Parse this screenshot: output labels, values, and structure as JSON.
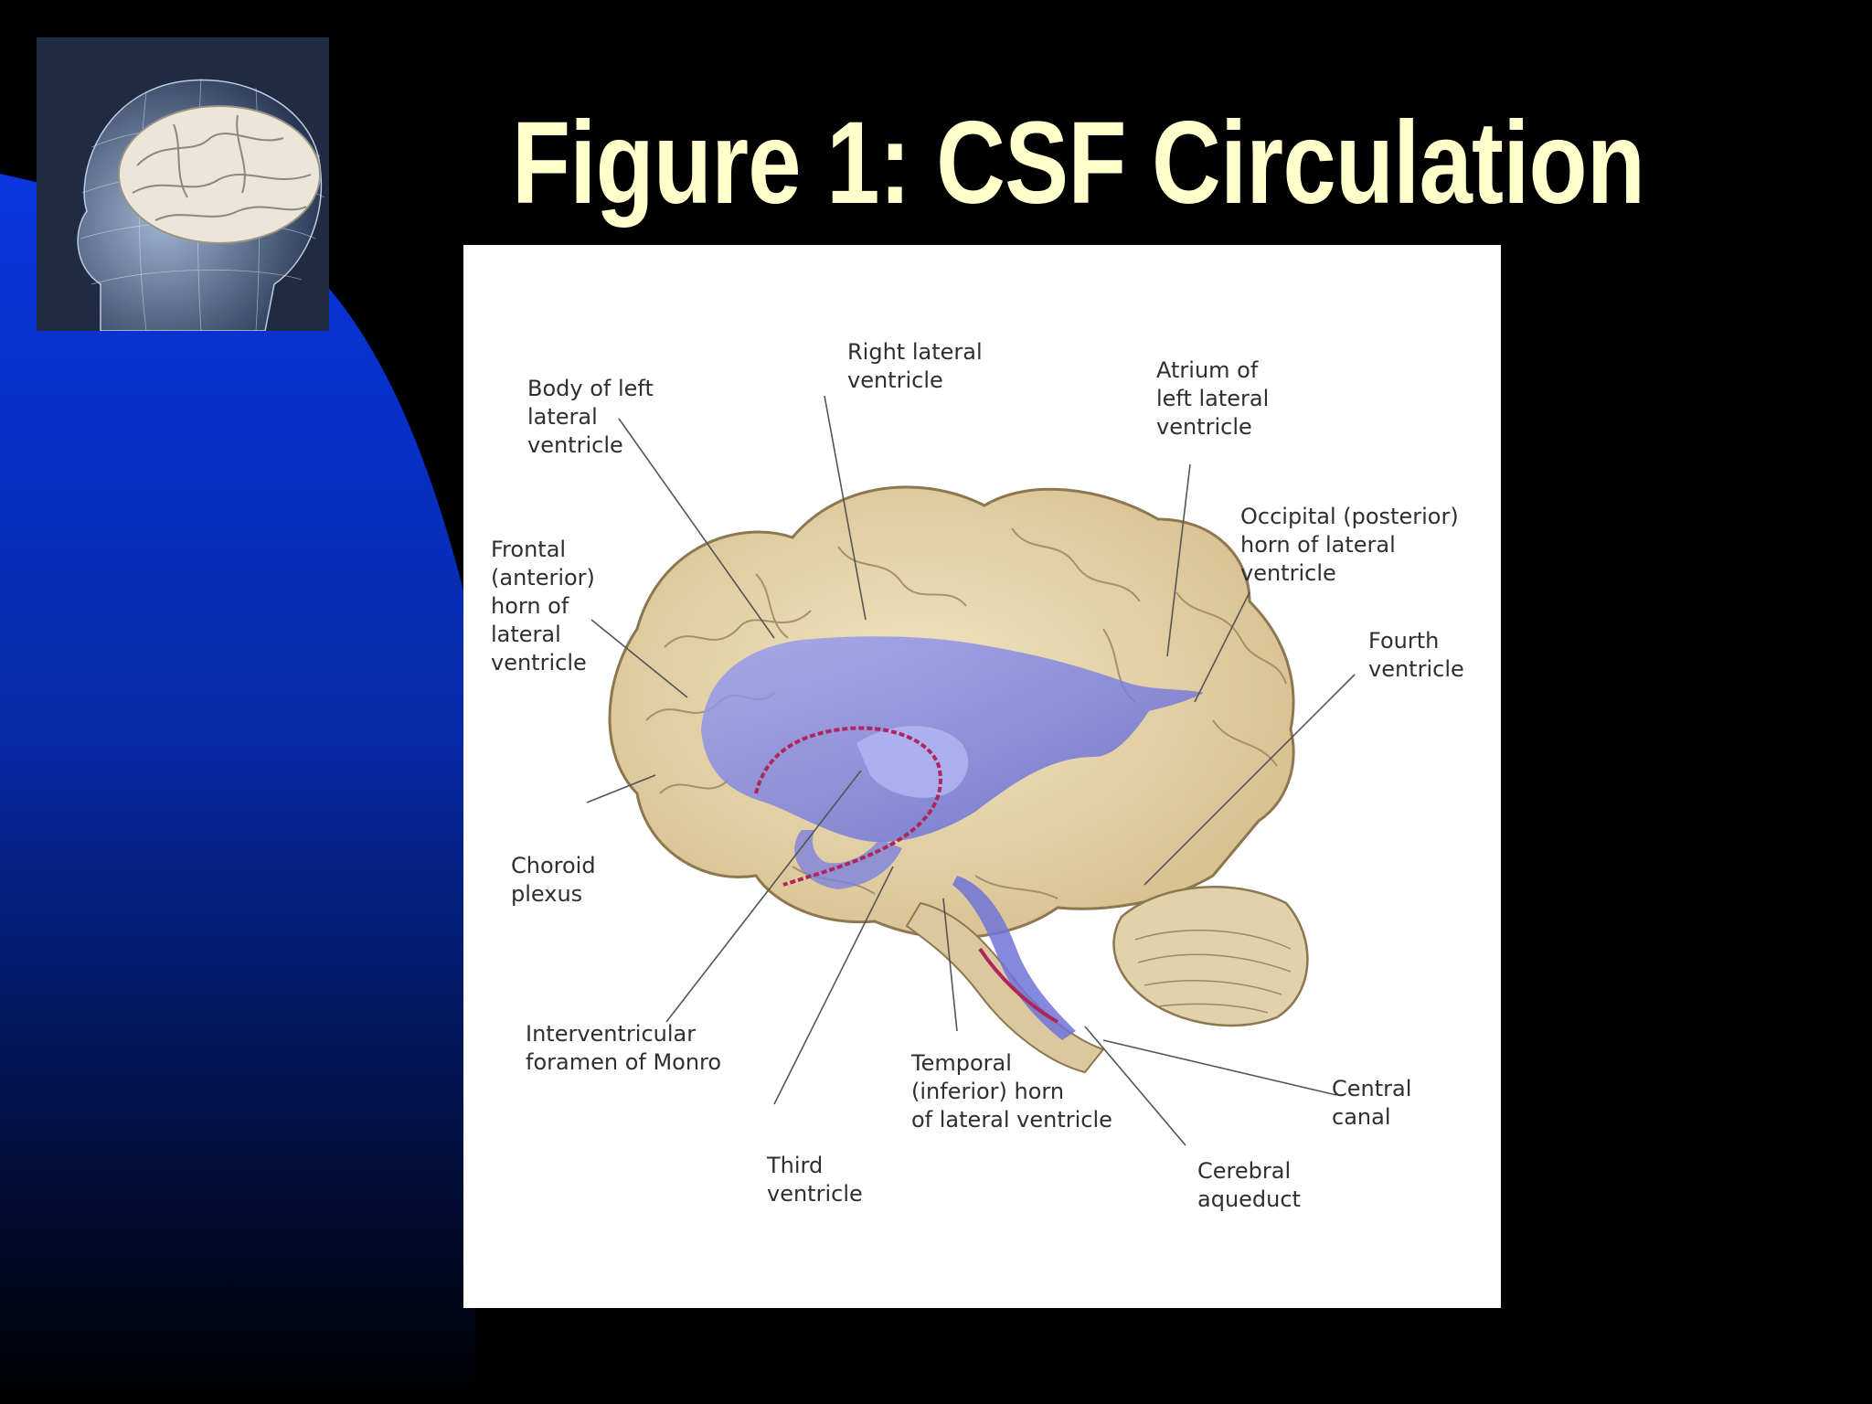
{
  "slide": {
    "title": "Figure 1: CSF Circulation",
    "colors": {
      "background": "#000000",
      "accent_blue": "#0a2fd6",
      "title": "#ffffcc"
    }
  },
  "thumbnail": {
    "icon": "wireframe-head-brain-image"
  },
  "figure": {
    "icon": "brain-ventricles-illustration",
    "labels": {
      "body_left_lateral": "Body of left\nlateral\nventricle",
      "right_lateral": "Right lateral\nventricle",
      "atrium": "Atrium of\nleft lateral\nventricle",
      "occipital_horn": "Occipital (posterior)\nhorn of lateral\nventricle",
      "frontal_horn": "Frontal\n(anterior)\nhorn of\nlateral\nventricle",
      "fourth_ventricle": "Fourth\nventricle",
      "choroid_plexus": "Choroid\nplexus",
      "interventricular_foramen": "Interventricular\nforamen of Monro",
      "temporal_horn": "Temporal\n(inferior) horn\nof lateral ventricle",
      "central_canal": "Central\ncanal",
      "third_ventricle": "Third\nventricle",
      "cerebral_aqueduct": "Cerebral\naqueduct"
    }
  }
}
